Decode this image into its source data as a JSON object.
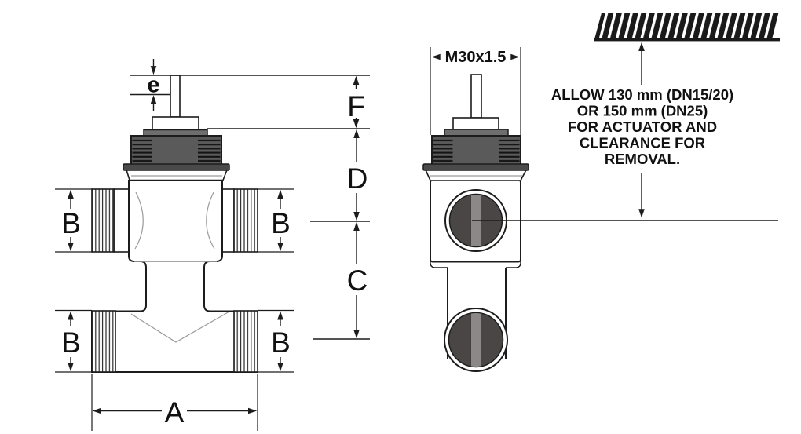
{
  "title": "valve-dimension-drawing",
  "labels": {
    "A": "A",
    "B": "B",
    "C": "C",
    "D": "D",
    "F": "F",
    "e": "e"
  },
  "thread_spec": "M30x1.5",
  "note": {
    "lines": [
      "ALLOW 130 mm (DN15/20)",
      "OR 150 mm (DN25)",
      "FOR ACTUATOR AND",
      "CLEARANCE FOR",
      "REMOVAL."
    ]
  },
  "colors": {
    "line": "#1c1c1c",
    "bonnet": "#5a5a5a",
    "flange": "#4a4a4a",
    "plate": "#6e6e6e",
    "disc": "#4b4646",
    "disc_slot": "#8d8888",
    "detail": "#9a9a9a",
    "text": "#111111"
  }
}
